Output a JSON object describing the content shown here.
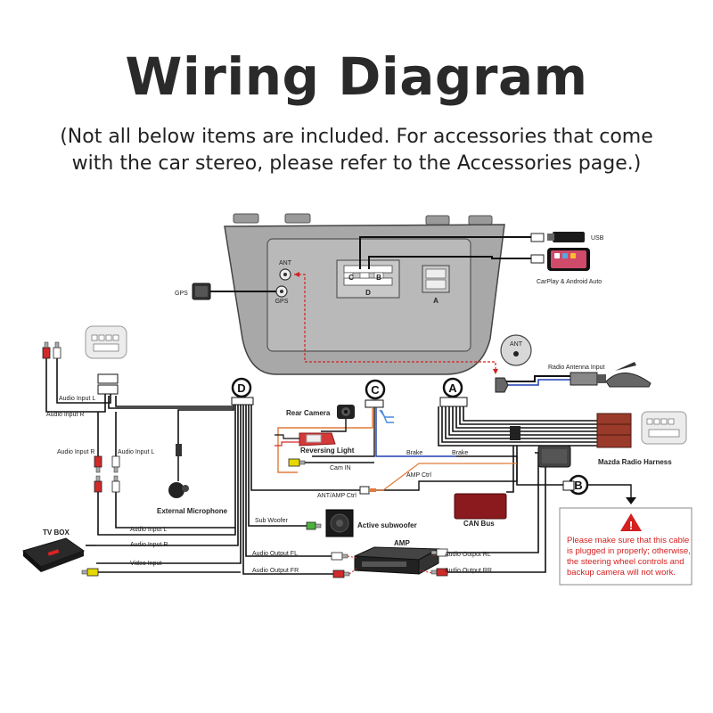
{
  "header": {
    "title": "Wiring Diagram",
    "subtitle_line1": "(Not all below items are included. For accessories that come",
    "subtitle_line2": "with the car stereo, please refer to the Accessories page.)"
  },
  "head_unit": {
    "ant_label": "ANT",
    "gps_label": "GPS",
    "port_c": "C",
    "port_b": "B",
    "port_d": "D",
    "port_a": "A"
  },
  "connectors": {
    "a": "A",
    "b": "B",
    "c": "C",
    "d": "D"
  },
  "devices": {
    "usb": "USB",
    "carplay": "CarPlay & Android Auto",
    "gps": "GPS",
    "radio_antenna": "Radio Antenna Input",
    "ant_badge": "ANT",
    "rear_camera": "Rear Camera",
    "reversing_light": "Reversing Light",
    "mazda_harness": "Mazda Radio Harness",
    "can_bus": "CAN Bus",
    "active_sub": "Active subwoofer",
    "amp": "AMP",
    "ext_mic": "External Microphone",
    "tv_box": "TV BOX"
  },
  "wire_labels": {
    "audio_input_l_top": "Audio Input L",
    "audio_input_r_top": "Audio Input R",
    "audio_input_r_mid": "Audio Input R",
    "audio_input_l_mid": "Audio Input L",
    "audio_input_l_bottom": "Audio Input L",
    "audio_input_r_bottom": "Audio Input R",
    "video_input": "Video Input",
    "sub_woofer": "Sub Woofer",
    "audio_output_fl": "Audio Output FL",
    "audio_output_fr": "Audio Output FR",
    "audio_output_rl": "Audio Output RL",
    "audio_output_rr": "Audio Output RR",
    "cam_in": "Cam IN",
    "brake_1": "Brake",
    "brake_2": "Brake",
    "amp_ctrl": "AMP Ctrl",
    "ant_amp_ctrl": "ANT/AMP Ctrl"
  },
  "warning": {
    "line1": "Please make sure that this cable",
    "line2": "is plugged in properly; otherwise,",
    "line3": "the steering wheel controls and",
    "line4": "backup camera will not work."
  },
  "colors": {
    "wire": "#1a1a1a",
    "brake_wire": "#1f3fb0",
    "ant_dashed": "#d42020",
    "amp_ctrl_wire": "#e07a3a",
    "warning_red": "#d32020",
    "can_bus_body": "#8a1a1e",
    "harness_body": "#9a3a2a",
    "head_unit_body": "#a8a8a8",
    "rca_red": "#d02a2a",
    "rca_white": "#ffffff",
    "rca_yellow": "#e6d800",
    "rca_green": "#4ab43a"
  }
}
